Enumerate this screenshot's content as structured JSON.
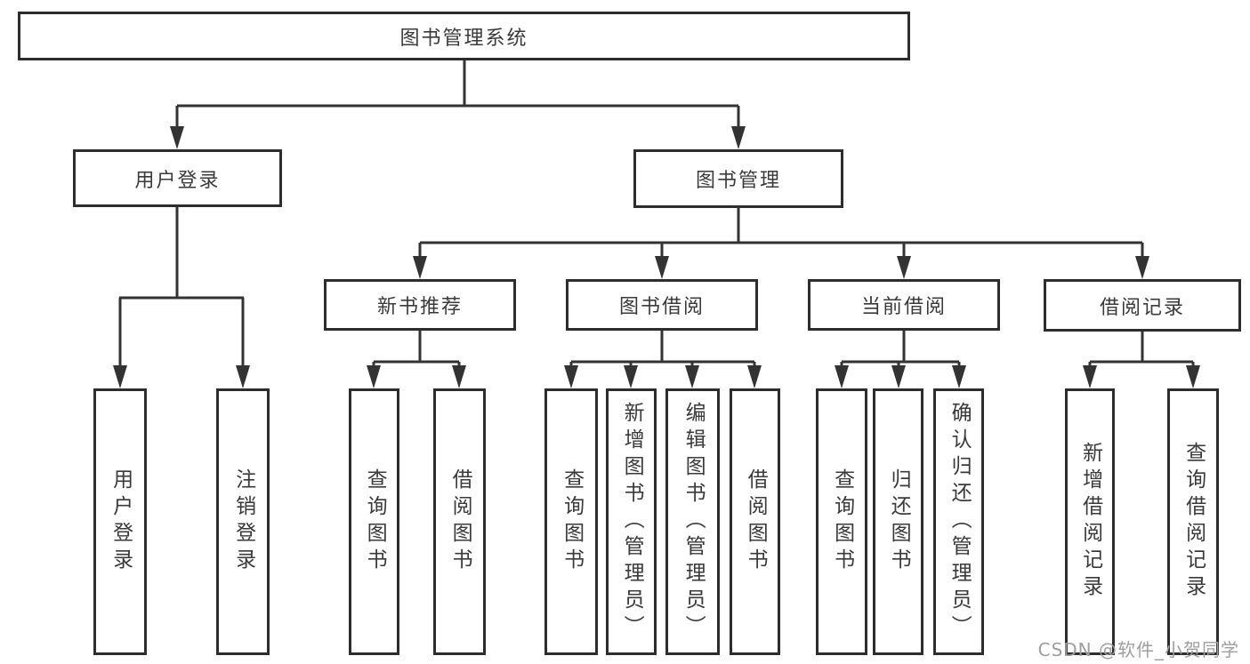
{
  "diagram": {
    "root": "图书管理系统",
    "branches": [
      {
        "label": "用户登录",
        "children": [
          {
            "label": "用户登录"
          },
          {
            "label": "注销登录"
          }
        ]
      },
      {
        "label": "图书管理",
        "children": [
          {
            "label": "新书推荐",
            "children": [
              {
                "label": "查询图书"
              },
              {
                "label": "借阅图书"
              }
            ]
          },
          {
            "label": "图书借阅",
            "children": [
              {
                "label": "查询图书"
              },
              {
                "label": "新增图书（管理员）"
              },
              {
                "label": "编辑图书（管理员）"
              },
              {
                "label": "借阅图书"
              }
            ]
          },
          {
            "label": "当前借阅",
            "children": [
              {
                "label": "查询图书"
              },
              {
                "label": "归还图书"
              },
              {
                "label": "确认归还（管理员）"
              }
            ]
          },
          {
            "label": "借阅记录",
            "children": [
              {
                "label": "新增借阅记录"
              },
              {
                "label": "查询借阅记录"
              }
            ]
          }
        ]
      }
    ]
  },
  "watermark": "CSDN @软件_小贺同学",
  "colors": {
    "line": "#333333",
    "box_border": "#2d2d2d",
    "text": "#3a3a3a",
    "watermark": "#9e9e9e",
    "background": "#ffffff"
  }
}
